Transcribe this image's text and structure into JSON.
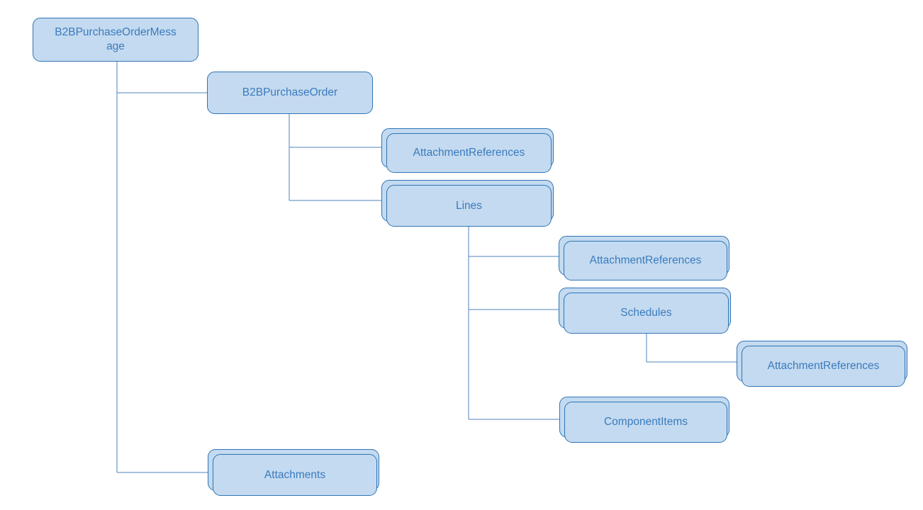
{
  "diagram": {
    "colors": {
      "background": "#ffffff",
      "node_fill": "#c4daf0",
      "node_border": "#2e75b6",
      "node_text": "#3a7bbe",
      "connector": "#4f81bd"
    },
    "nodes": {
      "root": {
        "label": "B2BPurchaseOrderMessage",
        "style": "single",
        "parent": null
      },
      "b2b_purchase_order": {
        "label": "B2BPurchaseOrder",
        "style": "single",
        "parent": "root"
      },
      "attachment_references_order": {
        "label": "AttachmentReferences",
        "style": "stacked",
        "parent": "b2b_purchase_order"
      },
      "lines": {
        "label": "Lines",
        "style": "stacked",
        "parent": "b2b_purchase_order"
      },
      "attachment_references_lines": {
        "label": "AttachmentReferences",
        "style": "stacked",
        "parent": "lines"
      },
      "schedules": {
        "label": "Schedules",
        "style": "stacked",
        "parent": "lines"
      },
      "attachment_references_schedules": {
        "label": "AttachmentReferences",
        "style": "stacked",
        "parent": "schedules"
      },
      "component_items": {
        "label": "ComponentItems",
        "style": "stacked",
        "parent": "lines"
      },
      "attachments": {
        "label": "Attachments",
        "style": "stacked",
        "parent": "root"
      }
    }
  }
}
